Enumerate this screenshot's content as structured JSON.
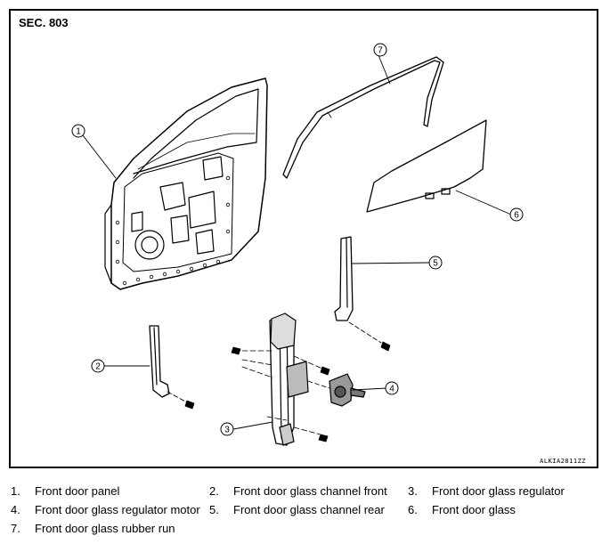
{
  "diagram": {
    "section_label": "SEC. 803",
    "reference_code": "ALKIA2811ZZ",
    "callouts": [
      {
        "number": "1"
      },
      {
        "number": "2"
      },
      {
        "number": "3"
      },
      {
        "number": "4"
      },
      {
        "number": "5"
      },
      {
        "number": "6"
      },
      {
        "number": "7"
      }
    ]
  },
  "legend": {
    "items": [
      {
        "number": "1.",
        "label": "Front door panel"
      },
      {
        "number": "2.",
        "label": "Front door glass channel front"
      },
      {
        "number": "3.",
        "label": "Front door glass regulator"
      },
      {
        "number": "4.",
        "label": "Front door glass regulator motor"
      },
      {
        "number": "5.",
        "label": "Front door glass channel rear"
      },
      {
        "number": "6.",
        "label": "Front door glass"
      },
      {
        "number": "7.",
        "label": "Front door glass rubber run"
      }
    ]
  }
}
